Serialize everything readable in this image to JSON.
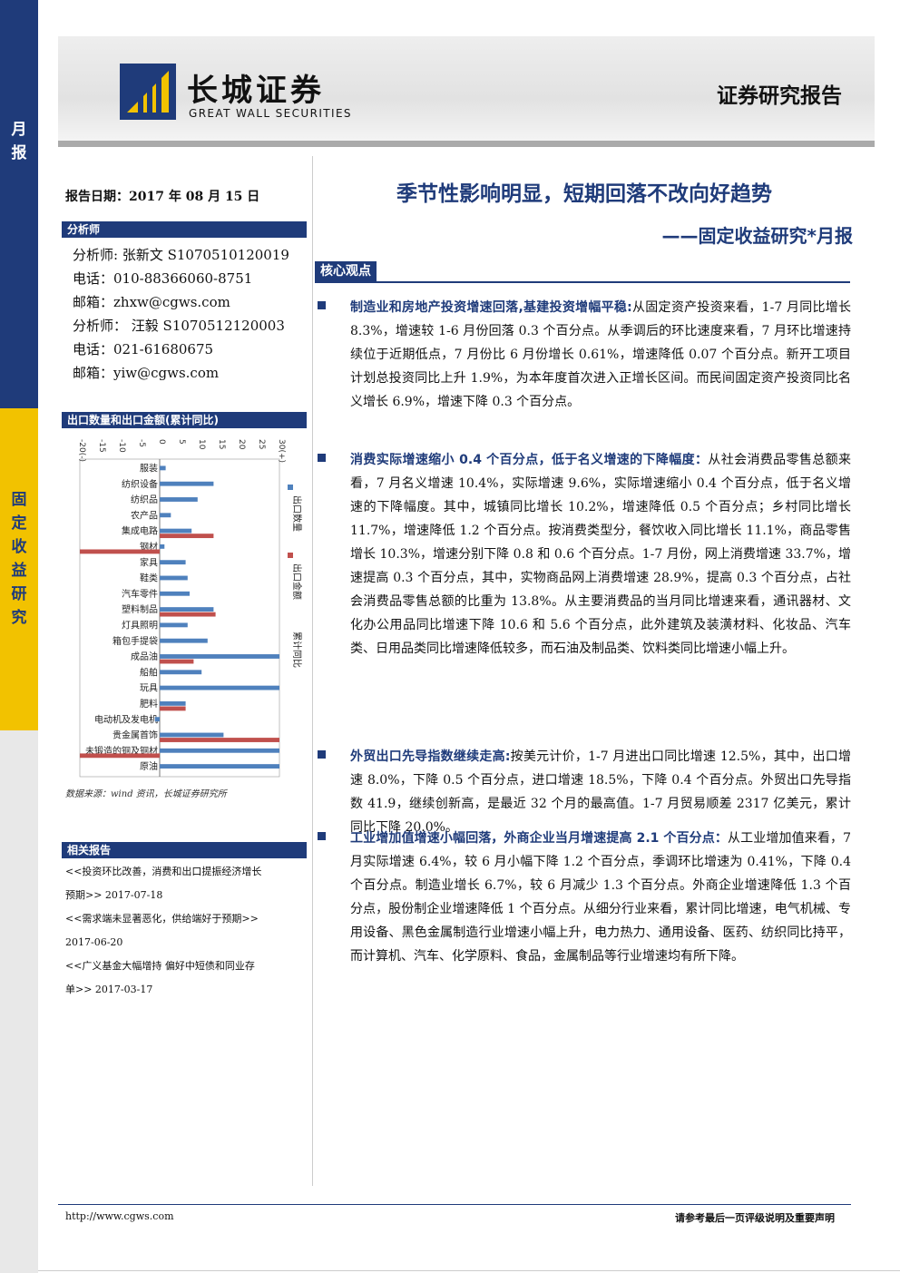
{
  "sidebar": {
    "month_label": "月报",
    "category_label": "固定收益研究"
  },
  "header": {
    "logo_cn": "长城证券",
    "logo_en": "GREAT WALL SECURITIES",
    "report_type": "证券研究报告"
  },
  "report_date": "报告日期：2017 年 08 月 15 日",
  "title": "季节性影响明显，短期回落不改向好趋势",
  "subtitle": "——固定收益研究*月报",
  "analysts": {
    "heading": "分析师",
    "lines": [
      "分析师: 张新文  S1070510120019",
      "电话：010-88366060-8751",
      "邮箱：zhxw@cgws.com",
      "分析师：  汪毅  S1070512120003",
      "电话：021-61680675",
      "邮箱：yiw@cgws.com"
    ]
  },
  "chart_section": {
    "heading": "出口数量和出口金额(累计同比)",
    "source": "数据来源：wind 资讯，长城证券研究所"
  },
  "chart_data": {
    "type": "bar",
    "orientation": "horizontal",
    "categories": [
      "服装",
      "纺织设备",
      "纺织品",
      "农产品",
      "集成电路",
      "钢材",
      "家具",
      "鞋类",
      "汽车零件",
      "塑料制品",
      "灯具照明",
      "箱包手提袋",
      "成品油",
      "船舶",
      "玩具",
      "肥料",
      "电动机及发电机",
      "贵金属首饰",
      "未锻造的铜及铜材",
      "原油"
    ],
    "series": [
      {
        "name": "出口数量",
        "color": "#4f81bd",
        "values": [
          1.5,
          13.5,
          9.5,
          2.8,
          8,
          1.2,
          6.5,
          7,
          7.5,
          13.5,
          7,
          12,
          30,
          10.5,
          30,
          6.5,
          -1.2,
          16,
          30,
          30
        ]
      },
      {
        "name": "出口金额",
        "color": "#c0504d",
        "values": [
          0,
          0,
          0,
          0,
          13.5,
          -20,
          0,
          0,
          0,
          14,
          0,
          0,
          8.5,
          0,
          0,
          6.5,
          0,
          30,
          -20,
          0
        ]
      }
    ],
    "x_ticks": [
      "-20(-)",
      "-15",
      "-10",
      "-5",
      "0",
      "5",
      "10",
      "15",
      "20",
      "25",
      "30(+)"
    ],
    "xlim": [
      -20,
      30
    ],
    "legend": [
      "出口数量",
      "出口金额",
      "累计同比"
    ],
    "legend_position": "right"
  },
  "related_reports": {
    "heading": "相关报告",
    "lines": [
      "<<投资环比改善，消费和出口提振经济增长",
      "预期>> 2017-07-18",
      "<<需求端未显著恶化，供给端好于预期>>",
      "2017-06-20",
      "<<广义基金大幅增持 偏好中短债和同业存",
      "单>> 2017-03-17"
    ]
  },
  "core": {
    "heading": "核心观点",
    "bullets": [
      {
        "lead": "制造业和房地产投资增速回落,基建投资增幅平稳:",
        "text": "从固定资产投资来看，1-7 月同比增长 8.3%，增速较 1-6 月份回落 0.3 个百分点。从季调后的环比速度来看，7 月环比增速持续位于近期低点，7 月份比 6 月份增长 0.61%，增速降低 0.07 个百分点。新开工项目计划总投资同比上升 1.9%，为本年度首次进入正增长区间。而民间固定资产投资同比名义增长 6.9%，增速下降 0.3 个百分点。"
      },
      {
        "lead": "消费实际增速缩小 0.4 个百分点，低于名义增速的下降幅度：",
        "text": "从社会消费品零售总额来看，7 月名义增速 10.4%，实际增速 9.6%，实际增速缩小 0.4 个百分点，低于名义增速的下降幅度。其中，城镇同比增长 10.2%，增速降低 0.5 个百分点；乡村同比增长 11.7%，增速降低 1.2 个百分点。按消费类型分，餐饮收入同比增长 11.1%，商品零售增长 10.3%，增速分别下降 0.8 和 0.6 个百分点。1-7 月份，网上消费增速 33.7%，增速提高 0.3 个百分点，其中，实物商品网上消费增速 28.9%，提高 0.3 个百分点，占社会消费品零售总额的比重为 13.8%。从主要消费品的当月同比增速来看，通讯器材、文化办公用品同比增速下降 10.6 和 5.6 个百分点，此外建筑及装潢材料、化妆品、汽车类、日用品类同比增速降低较多，而石油及制品类、饮料类同比增速小幅上升。"
      },
      {
        "lead": "外贸出口先导指数继续走高:",
        "text": "按美元计价，1-7 月进出口同比增速 12.5%，其中，出口增速 8.0%，下降 0.5 个百分点，进口增速 18.5%，下降 0.4 个百分点。外贸出口先导指数 41.9，继续创新高，是最近 32 个月的最高值。1-7 月贸易顺差 2317 亿美元，累计同比下降 20.0%。"
      },
      {
        "lead": "工业增加值增速小幅回落，外商企业当月增速提高 2.1 个百分点：",
        "text": "从工业增加值来看，7 月实际增速 6.4%，较 6 月小幅下降 1.2 个百分点，季调环比增速为 0.41%，下降 0.4 个百分点。制造业增长 6.7%，较 6 月减少 1.3 个百分点。外商企业增速降低 1.3 个百分点，股份制企业增速降低 1 个百分点。从细分行业来看，累计同比增速，电气机械、专用设备、黑色金属制造行业增速小幅上升，电力热力、通用设备、医药、纺织同比持平，而计算机、汽车、化学原料、食品，金属制品等行业增速均有所下降。"
      }
    ]
  },
  "footer": {
    "url": "http://www.cgws.com",
    "note": "请参考最后一页评级说明及重要声明"
  },
  "colors": {
    "navy": "#1f3b7a",
    "gold": "#f2c200",
    "bar_blue": "#4f81bd",
    "bar_red": "#c0504d"
  }
}
